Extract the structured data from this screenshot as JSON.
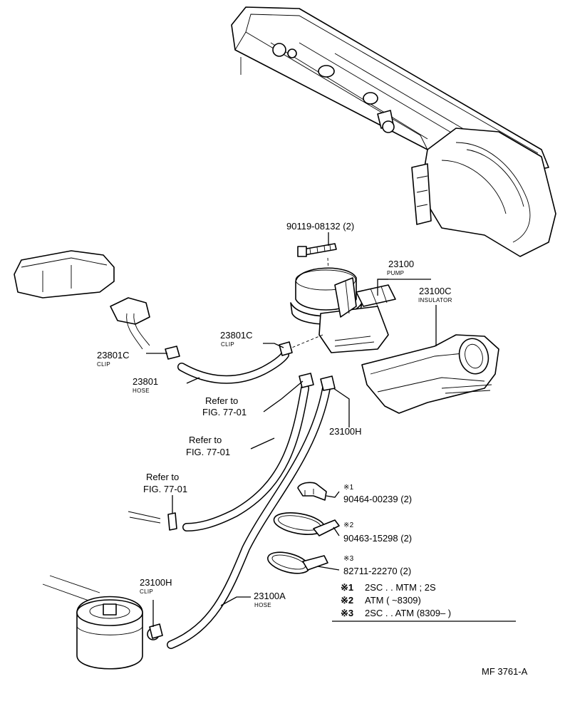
{
  "labels": {
    "bolt": "90119-08132 (2)",
    "pump_no": "23100",
    "pump_name": "PUMP",
    "insulator_no": "23100C",
    "insulator_name": "INSULATOR",
    "clip_a_no": "23801C",
    "clip_a_name": "CLIP",
    "clip_b_no": "23801C",
    "clip_b_name": "CLIP",
    "hose_a_no": "23801",
    "hose_a_name": "HOSE",
    "refer_1": "Refer to",
    "fig_1": "FIG. 77-01",
    "refer_2": "Refer to",
    "fig_2": "FIG. 77-01",
    "refer_3": "Refer to",
    "fig_3": "FIG. 77-01",
    "hose_h_top": "23100H",
    "clip_h_no": "23100H",
    "clip_h_name": "CLIP",
    "hose_main_no": "23100A",
    "hose_main_name": "HOSE",
    "mark1": "※1",
    "part1": "90464-00239 (2)",
    "mark2": "※2",
    "part2": "90463-15298 (2)",
    "mark3": "※3",
    "part3": "82711-22270 (2)",
    "figure_id": "MF 3761-A"
  },
  "notes": [
    {
      "mark": "※1",
      "text": "2SC . . MTM ; 2S"
    },
    {
      "mark": "※2",
      "text": "ATM (          ~8309)"
    },
    {
      "mark": "※3",
      "text": "2SC . . ATM (8309–          )"
    }
  ]
}
